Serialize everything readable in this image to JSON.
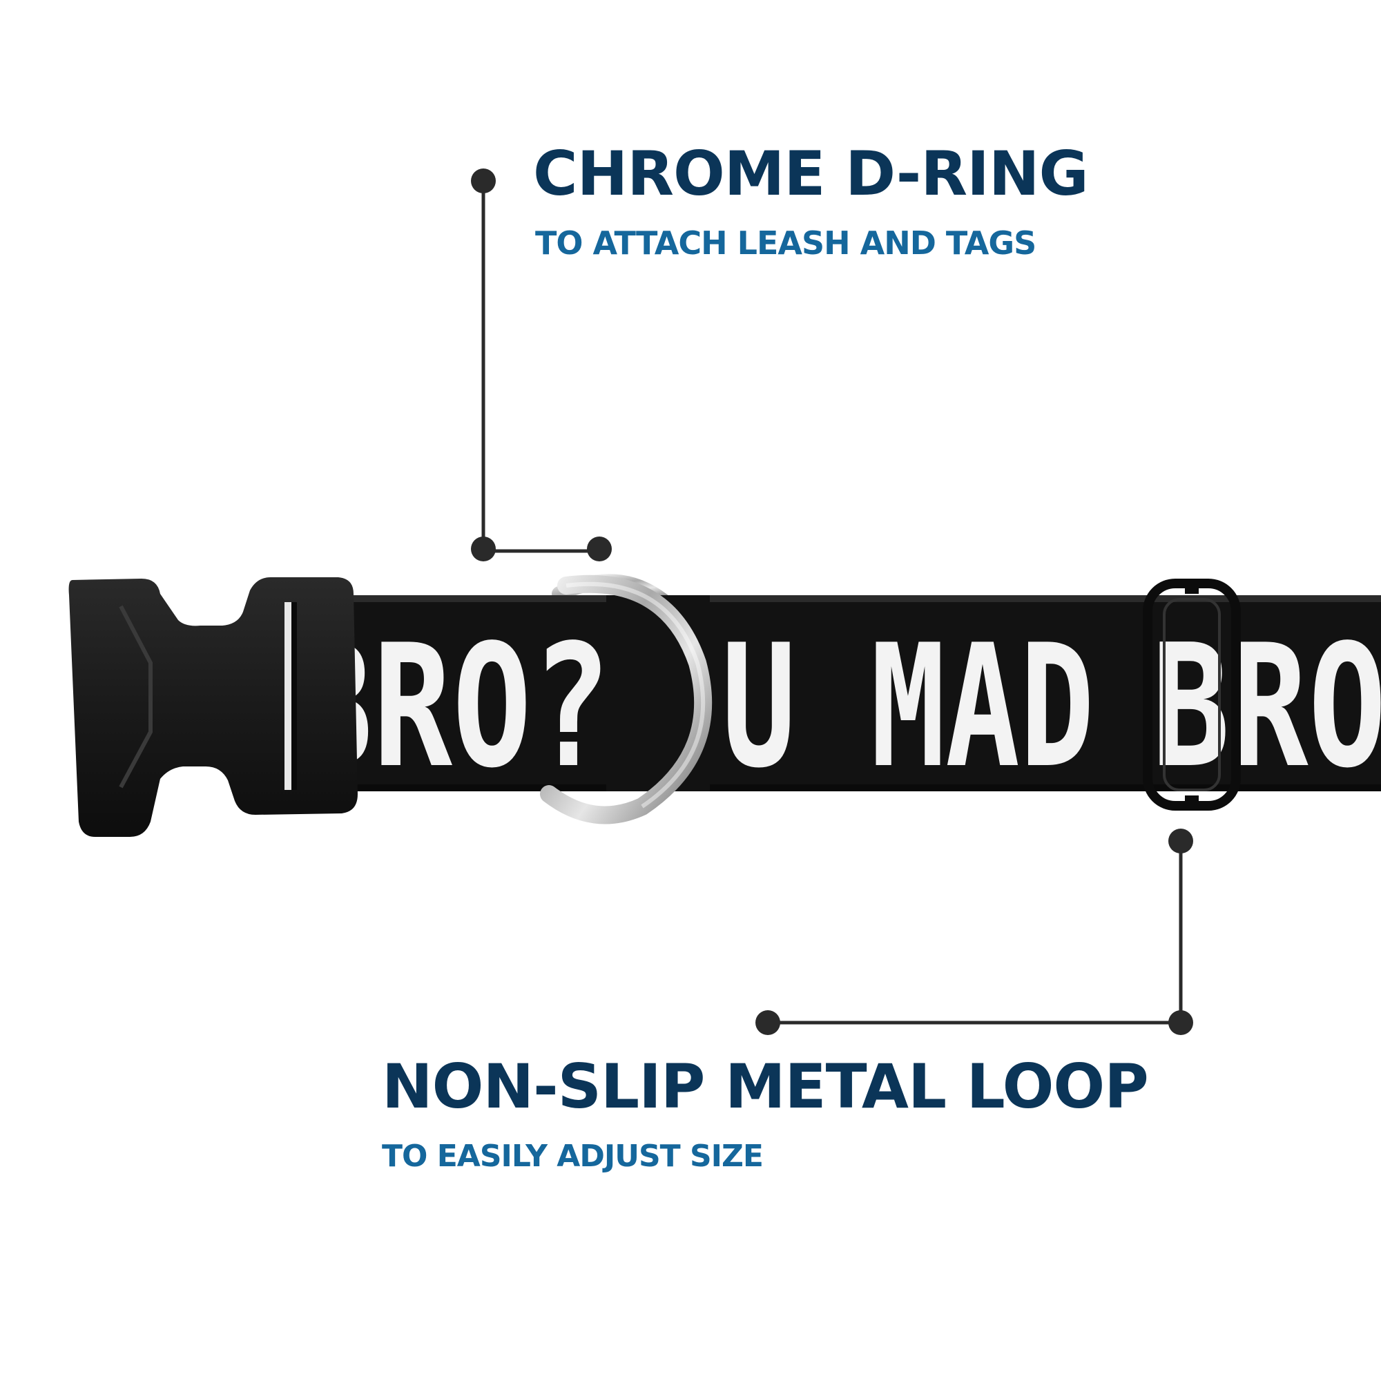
{
  "callouts": {
    "d_ring": {
      "title": "CHROME D-RING",
      "subtitle": "TO ATTACH LEASH AND TAGS"
    },
    "loop": {
      "title": "NON-SLIP METAL LOOP",
      "subtitle": "TO EASILY ADJUST SIZE"
    }
  },
  "collar": {
    "print_left": "BRO?",
    "print_middle": "U MAD",
    "print_right": "BRO"
  },
  "colors": {
    "title": "#0b3558",
    "subtitle": "#15679c",
    "strap": "#121212",
    "print": "#f3f3f3",
    "leader": "#2a2a2a"
  }
}
